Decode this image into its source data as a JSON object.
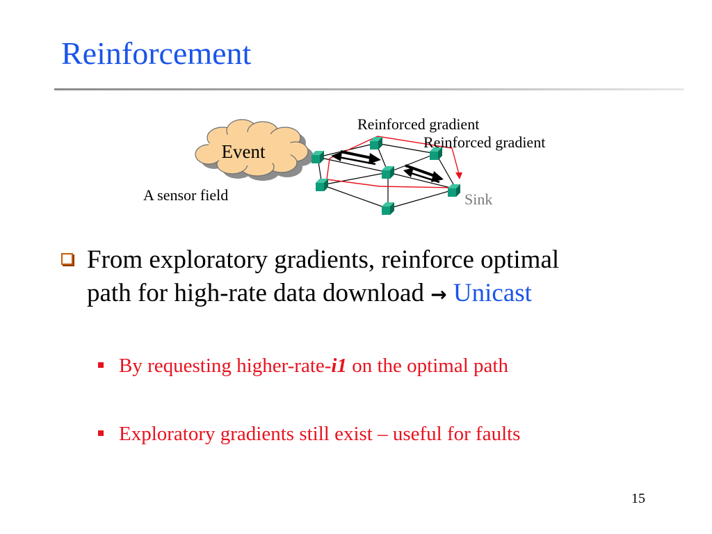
{
  "slide": {
    "title": "Reinforcement",
    "page_number": "15"
  },
  "diagram": {
    "event_label": "Event",
    "sensor_field_label": "A sensor field",
    "sink_label": "Sink",
    "reinforced_label_1": "Reinforced gradient",
    "reinforced_label_2": "Reinforced gradient",
    "colors": {
      "node": "#0f9c7a",
      "node_dark": "#076b52",
      "path": "#e8121e",
      "cloud_fill": "#fbd39a",
      "cloud_stroke": "#6e6e6e",
      "cloud_shadow": "#8c8c8c",
      "sink_text": "#7a7a7a"
    }
  },
  "bullets": {
    "main_line_1": "From exploratory gradients, reinforce optimal",
    "main_line_2": "path for high-rate data download",
    "main_arrow": "→",
    "main_highlight": "Unicast",
    "sub_1_prefix": "By requesting higher-rate-",
    "sub_1_emph": "i1",
    "sub_1_suffix": " on the optimal path",
    "sub_2": "Exploratory gradients still exist – useful for faults"
  },
  "colors": {
    "title": "#1a55e8",
    "highlight": "#1a55e8",
    "sub_bullet": "#e8121e",
    "bullet_marker": "#c85a0a"
  }
}
